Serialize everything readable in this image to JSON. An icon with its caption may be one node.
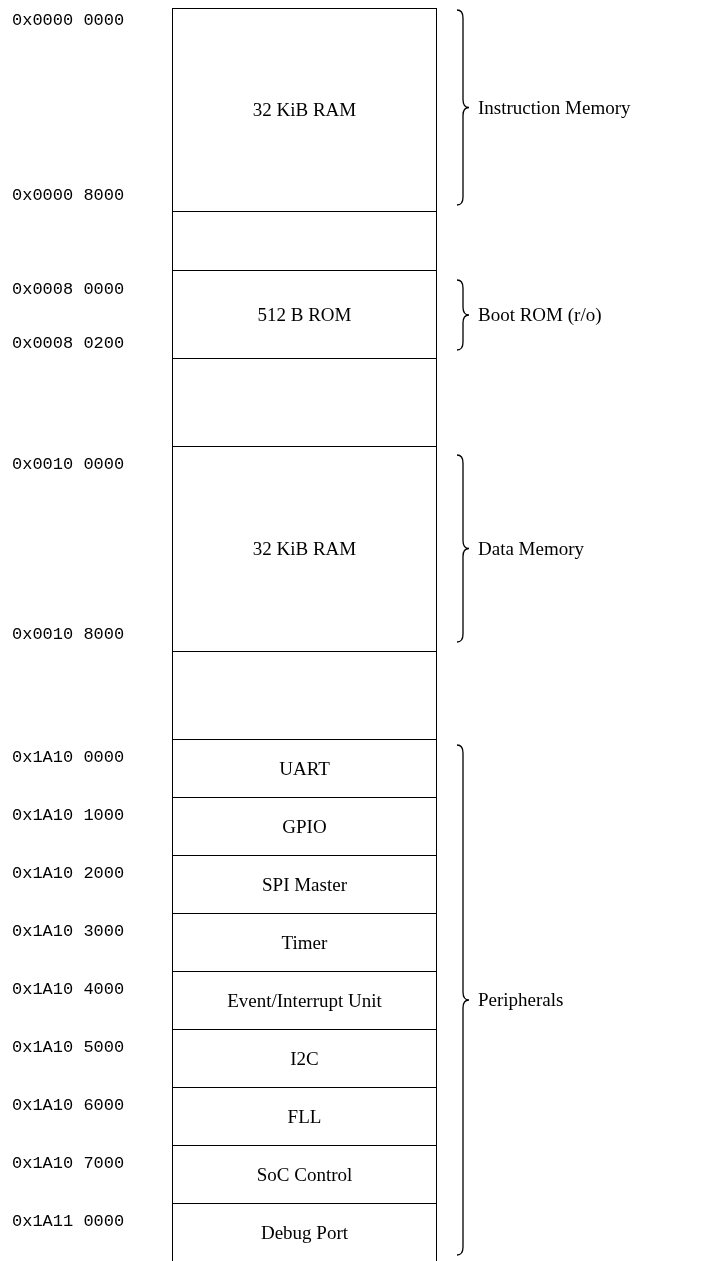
{
  "diagram": {
    "nodes": [
      {
        "text": [
          "32 KiB RAM"
        ],
        "beside": [
          "0x0000 0000",
          "0x0000 8000"
        ]
      },
      {
        "text": [],
        "shape": "box"
      },
      {
        "text": [
          "512 B ROM"
        ],
        "beside": [
          "0x0008 0000",
          "0x0008 0200"
        ]
      },
      {
        "text": [],
        "shape": "box"
      },
      {
        "text": [
          "32 KiB RAM"
        ],
        "beside": [
          "0x0010 0000",
          "0x0010 8000"
        ]
      },
      {
        "text": [],
        "shape": "box"
      },
      {
        "text": [
          "UART"
        ],
        "beside": [
          "0x1A10 0000"
        ]
      },
      {
        "text": [
          "GPIO"
        ],
        "beside": [
          "0x1A10 1000"
        ]
      },
      {
        "text": [
          "SPI Master"
        ],
        "beside": [
          "0x1A10 2000"
        ]
      },
      {
        "text": [
          "Timer"
        ],
        "beside": [
          "0x1A10 3000"
        ]
      },
      {
        "text": [
          "Event/Interrupt Unit"
        ],
        "beside": [
          "0x1A10 4000"
        ]
      },
      {
        "text": [
          "I2C"
        ],
        "beside": [
          "0x1A10 5000"
        ]
      },
      {
        "text": [
          "FLL"
        ],
        "beside": [
          "0x1A10 6000"
        ]
      },
      {
        "text": [
          "SoC Control"
        ],
        "beside": [
          "0x1A10 7000"
        ]
      },
      {
        "text": [
          "Debug Port"
        ],
        "beside": [
          "0x1A11 0000"
        ]
      }
    ],
    "labels": [
      "Instruction Memory",
      "Boot ROM (r/o)",
      "Data Memory",
      "Peripherals"
    ]
  }
}
